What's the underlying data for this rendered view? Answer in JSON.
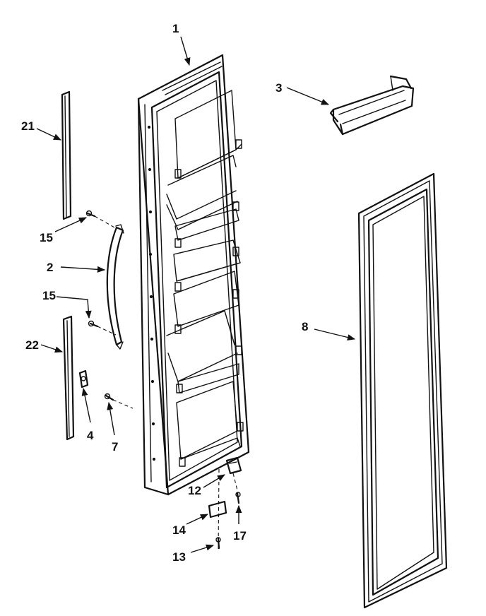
{
  "callouts": {
    "c1": "1",
    "c2": "2",
    "c3": "3",
    "c4": "4",
    "c7": "7",
    "c8": "8",
    "c12": "12",
    "c13": "13",
    "c14": "14",
    "c15a": "15",
    "c15b": "15",
    "c17": "17",
    "c21": "21",
    "c22": "22"
  }
}
